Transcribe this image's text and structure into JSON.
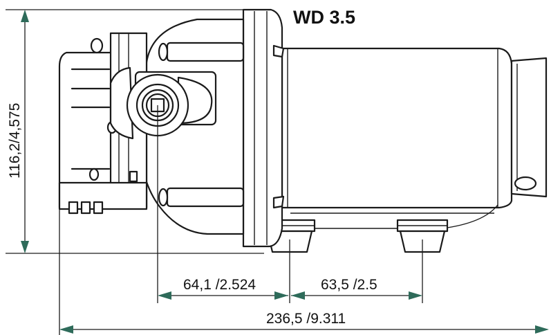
{
  "title": "WD 3.5",
  "dimensions": {
    "height_label": "116,2/4,575",
    "outlet_to_foot_label": "64,1 /2.524",
    "foot_spacing_label": "63,5 /2.5",
    "overall_length_label": "236,5 /9.311"
  },
  "colors": {
    "arrow": "#2e6b5a",
    "line": "#1a1a1a"
  }
}
